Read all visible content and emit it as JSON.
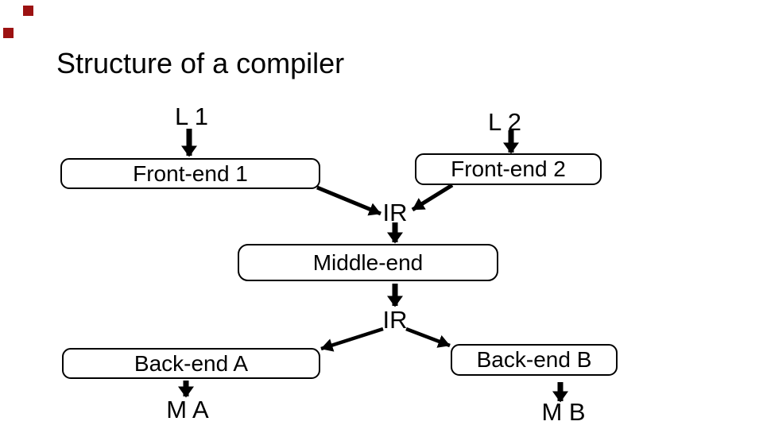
{
  "title": "Structure of a compiler",
  "colors": {
    "ink": "#000000",
    "background": "#ffffff",
    "marker_red": "#9c1212"
  },
  "labels": {
    "l1": "L 1",
    "l2": "L 2",
    "ir_top": "IR",
    "ir_bottom": "IR",
    "m_a": "M A",
    "m_b": "M B"
  },
  "boxes": {
    "front_end_1": "Front-end 1",
    "front_end_2": "Front-end 2",
    "middle_end": "Middle-end",
    "back_end_a": "Back-end A",
    "back_end_b": "Back-end B"
  }
}
